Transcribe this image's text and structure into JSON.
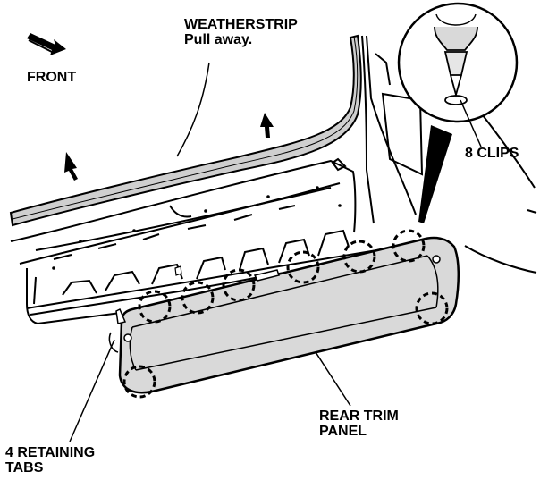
{
  "labels": {
    "front": "FRONT",
    "weatherstrip_line1": "WEATHERSTRIP",
    "weatherstrip_line2": "Pull away.",
    "clips": "8 CLIPS",
    "rear_trim_line1": "REAR TRIM",
    "rear_trim_line2": "PANEL",
    "tabs_line1": "4 RETAINING",
    "tabs_line2": "TABS"
  },
  "colors": {
    "ink": "#000000",
    "panel_fill": "#d9d9d9",
    "strip_fill": "#cfcfcf",
    "background": "#ffffff"
  },
  "icons": {
    "front": "front-arrow-icon",
    "pull": "pull-arrow-icon"
  }
}
